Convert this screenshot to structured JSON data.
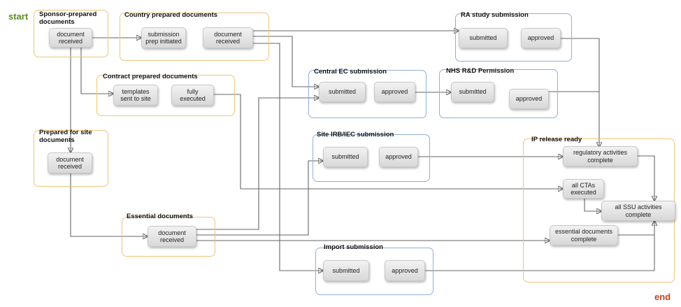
{
  "markers": {
    "start": "start",
    "end": "end",
    "start_color": "#5a8f1c",
    "end_color": "#d0401a"
  },
  "groups": {
    "sponsor": "Sponsor-prepared documents",
    "country": "Country prepared documents",
    "ra": "RA study submission",
    "contract": "Contract prepared documents",
    "central_ec": "Central EC submission",
    "nhs": "NHS R&D Permission",
    "prepared_site": "Prepared for site documents",
    "site_irb": "Site IRB/IEC submission",
    "ip_release": "IP release ready",
    "essential": "Essential documents",
    "import": "Import submission"
  },
  "nodes": {
    "sponsor_received": "document\nreceived",
    "submission_prep": "submission\nprep initiated",
    "country_received": "document\nreceived",
    "ra_submitted": "submitted",
    "ra_approved": "approved",
    "templates_sent": "templates\nsent to site",
    "fully_executed": "fully\nexecuted",
    "ec_submitted": "submitted",
    "ec_approved": "approved",
    "nhs_submitted": "submitted",
    "nhs_approved": "approved",
    "site_received": "document\nreceived",
    "irb_submitted": "submitted",
    "irb_approved": "approved",
    "regulatory_complete": "regulatory activities\ncomplete",
    "all_ctas": "all CTAs\nexecuted",
    "all_ssu": "all SSU activities\ncomplete",
    "essential_complete": "essential documents\ncomplete",
    "essential_received": "document\nreceived",
    "import_submitted": "submitted",
    "import_approved": "approved"
  },
  "colors": {
    "orange_border": "#f0c47a",
    "blue_border": "#8fb0d8",
    "connector": "#666666"
  }
}
